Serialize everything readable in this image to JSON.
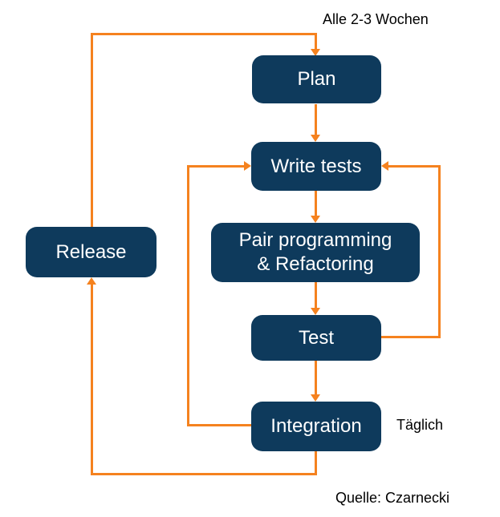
{
  "colors": {
    "node_fill": "#0E3A5C",
    "node_text": "#FFFFFF",
    "arrow": "#F5821F",
    "label_text": "#000000",
    "background": "#FFFFFF"
  },
  "nodes": {
    "plan": "Plan",
    "write_tests": "Write tests",
    "pair_line1": "Pair programming",
    "pair_line2": "& Refactoring",
    "test": "Test",
    "integration": "Integration",
    "release": "Release"
  },
  "labels": {
    "cycle": "Alle 2-3 Wochen",
    "daily": "Täglich",
    "source": "Quelle: Czarnecki"
  },
  "edges": [
    {
      "from": "plan",
      "to": "write_tests",
      "type": "straight-down"
    },
    {
      "from": "write_tests",
      "to": "pair_programming_refactoring",
      "type": "straight-down"
    },
    {
      "from": "pair_programming_refactoring",
      "to": "test",
      "type": "straight-down"
    },
    {
      "from": "test",
      "to": "integration",
      "type": "straight-down"
    },
    {
      "from": "test",
      "to": "write_tests",
      "type": "loop-right-side"
    },
    {
      "from": "integration",
      "to": "write_tests",
      "type": "loop-left-inner"
    },
    {
      "from": "integration",
      "to": "release",
      "type": "loop-bottom-left"
    },
    {
      "from": "release",
      "to": "plan",
      "type": "loop-top",
      "label": "Alle 2-3 Wochen"
    }
  ]
}
